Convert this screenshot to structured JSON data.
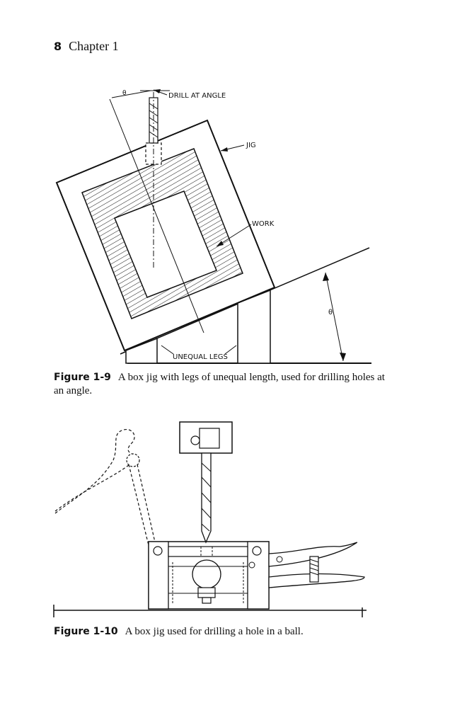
{
  "header": {
    "page_number": "8",
    "chapter": "Chapter 1"
  },
  "figure_1_9": {
    "labels": {
      "drill": "DRILL AT ANGLE",
      "jig": "JIG",
      "work": "WORK",
      "legs": "UNEQUAL LEGS",
      "theta": "θ"
    },
    "caption_label": "Figure 1-9",
    "caption_text": "A box jig with legs of unequal length, used for drilling holes at an angle."
  },
  "figure_1_10": {
    "caption_label": "Figure 1-10",
    "caption_text": "A box jig used for drilling a hole in a ball."
  }
}
